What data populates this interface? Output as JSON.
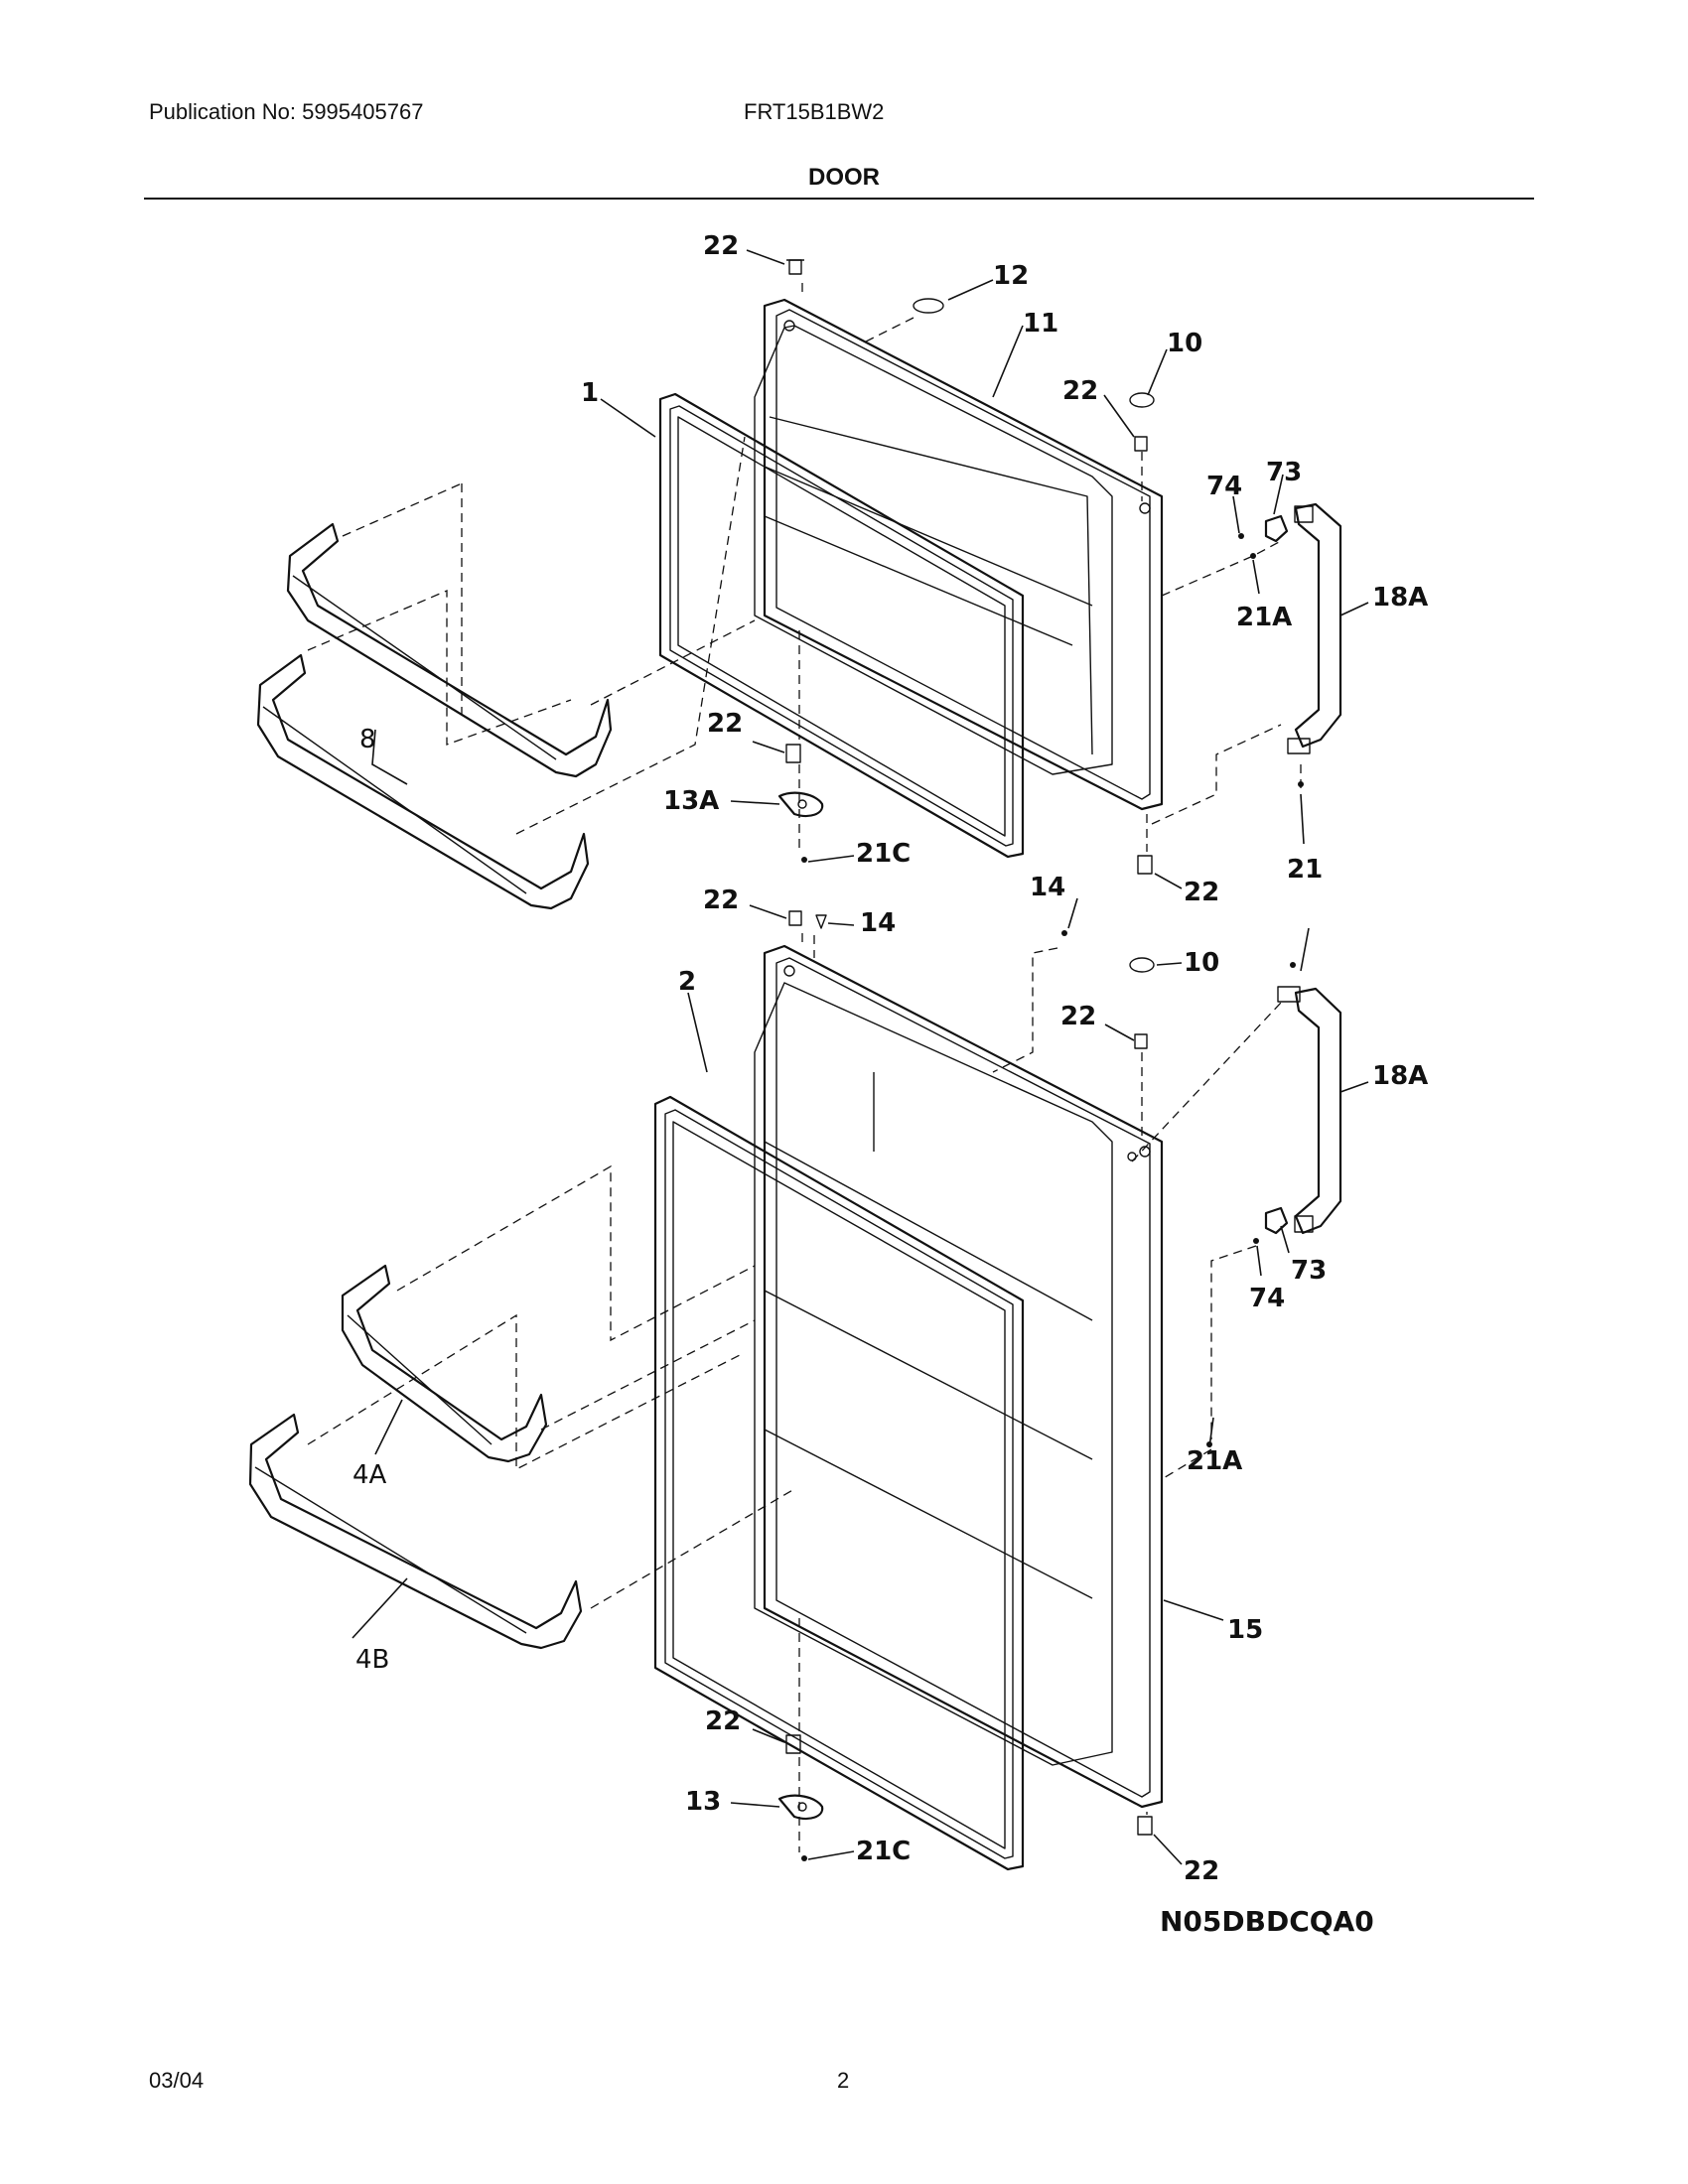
{
  "header": {
    "publication": "Publication No: 5995405767",
    "model": "FRT15B1BW2",
    "section_title": "DOOR"
  },
  "callouts": {
    "c22_top": "22",
    "c12": "12",
    "c11": "11",
    "c10_upper": "10",
    "c22_upper_right": "22",
    "c1": "1",
    "c74_upper": "74",
    "c73_upper": "73",
    "c18A_upper": "18A",
    "c21A_upper": "21A",
    "c8": "8",
    "c22_mid": "22",
    "c13A": "13A",
    "c21C_upper": "21C",
    "c22_upper_bottom": "22",
    "c21": "21",
    "c14_right": "14",
    "c22_lower_top": "22",
    "c14_left": "14",
    "c10_lower": "10",
    "c2": "2",
    "c22_lower_right": "22",
    "c18A_lower": "18A",
    "c73_lower": "73",
    "c74_lower": "74",
    "c4A": "4A",
    "c21A_lower": "21A",
    "c15": "15",
    "c4B": "4B",
    "c22_lower_mid": "22",
    "c13": "13",
    "c21C_lower": "21C",
    "c22_lower_bottom": "22"
  },
  "diagram_code": "N05DBDCQA0",
  "footer": {
    "date": "03/04",
    "page": "2"
  }
}
